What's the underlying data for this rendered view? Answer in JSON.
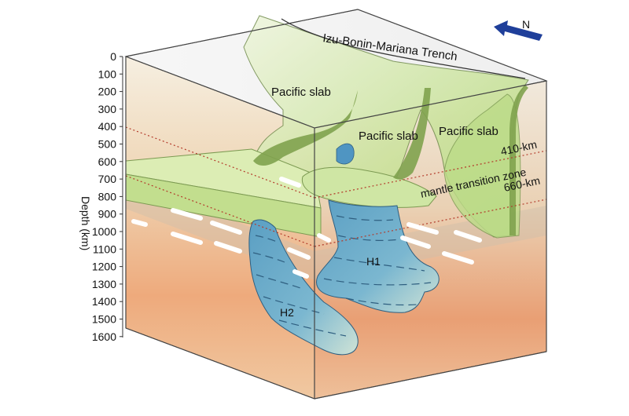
{
  "title": "Izu-Bonin-Mariana Trench",
  "north_label": "N",
  "axis": {
    "label": "Depth (km)",
    "ticks": [
      "0",
      "100",
      "200",
      "300",
      "400",
      "500",
      "600",
      "700",
      "800",
      "900",
      "1000",
      "1100",
      "1200",
      "1300",
      "1400",
      "1500",
      "1600"
    ]
  },
  "labels": {
    "pacific_slab_1": "Pacific slab",
    "pacific_slab_2": "Pacific slab",
    "pacific_slab_3": "Pacific slab",
    "d410": "410-km",
    "mtz": "mantle transition zone",
    "d660": "660-km",
    "h1": "H1",
    "h2": "H2"
  },
  "colors": {
    "slab": "#c9e39a",
    "anomaly": "#6aa9c9",
    "mantle_top": "#f2e3c6",
    "mantle_bottom": "#f0a06a",
    "north_arrow": "#1f3f9a",
    "discontinuity": "#b33a2a"
  }
}
